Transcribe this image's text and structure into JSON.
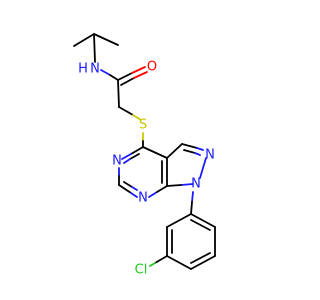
{
  "atoms": {
    "n_amide": "N",
    "h_amide": "H",
    "o_carbonyl": "O",
    "s_thioether": "S",
    "n_pyrimidine_top": "N",
    "n_pyrimidine_bottom": "N",
    "n_pyrazole_1": "N",
    "n_pyrazole_2": "N",
    "cl": "Cl"
  },
  "colors": {
    "nitrogen": "#1a1aff",
    "oxygen": "#ff0000",
    "sulfur": "#c8c800",
    "chlorine": "#1ec81e",
    "carbon": "#000000"
  }
}
